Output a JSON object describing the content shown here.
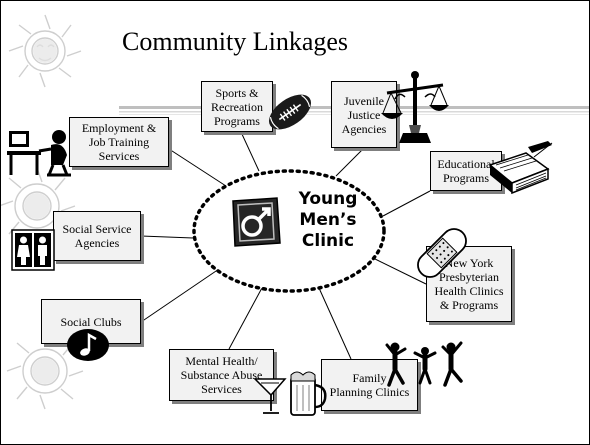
{
  "slide": {
    "title": "Community Linkages"
  },
  "hub": {
    "label": "Young\nMen’s\nClinic",
    "logo_icon": "male-symbol-icon"
  },
  "nodes": [
    {
      "id": "sports",
      "label": "Sports &\nRecreation\nPrograms",
      "icon": "football-icon"
    },
    {
      "id": "juvenile",
      "label": "Juvenile\nJustice\nAgencies",
      "icon": "scales-of-justice-icon"
    },
    {
      "id": "employment",
      "label": "Employment &\nJob Training\nServices",
      "icon": "computer-worker-icon"
    },
    {
      "id": "educational",
      "label": "Educational\nPrograms",
      "icon": "books-icon"
    },
    {
      "id": "social-service",
      "label": "Social Service\nAgencies",
      "icon": "restroom-people-icon"
    },
    {
      "id": "nyp",
      "label": "New York\nPresbyterian\nHealth Clinics\n& Programs",
      "icon": "bandage-icon"
    },
    {
      "id": "social-clubs",
      "label": "Social Clubs",
      "icon": "music-note-icon"
    },
    {
      "id": "mental-health",
      "label": "Mental Health/\nSubstance Abuse\nServices",
      "icon": "drinks-icon"
    },
    {
      "id": "family-planning",
      "label": "Family\nPlanning Clinics",
      "icon": "dancing-people-icon"
    }
  ],
  "colors": {
    "box_fill": "#f2f2f2",
    "box_shadow": "#7f7f7f",
    "decor_gray": "#c9c9c9"
  }
}
